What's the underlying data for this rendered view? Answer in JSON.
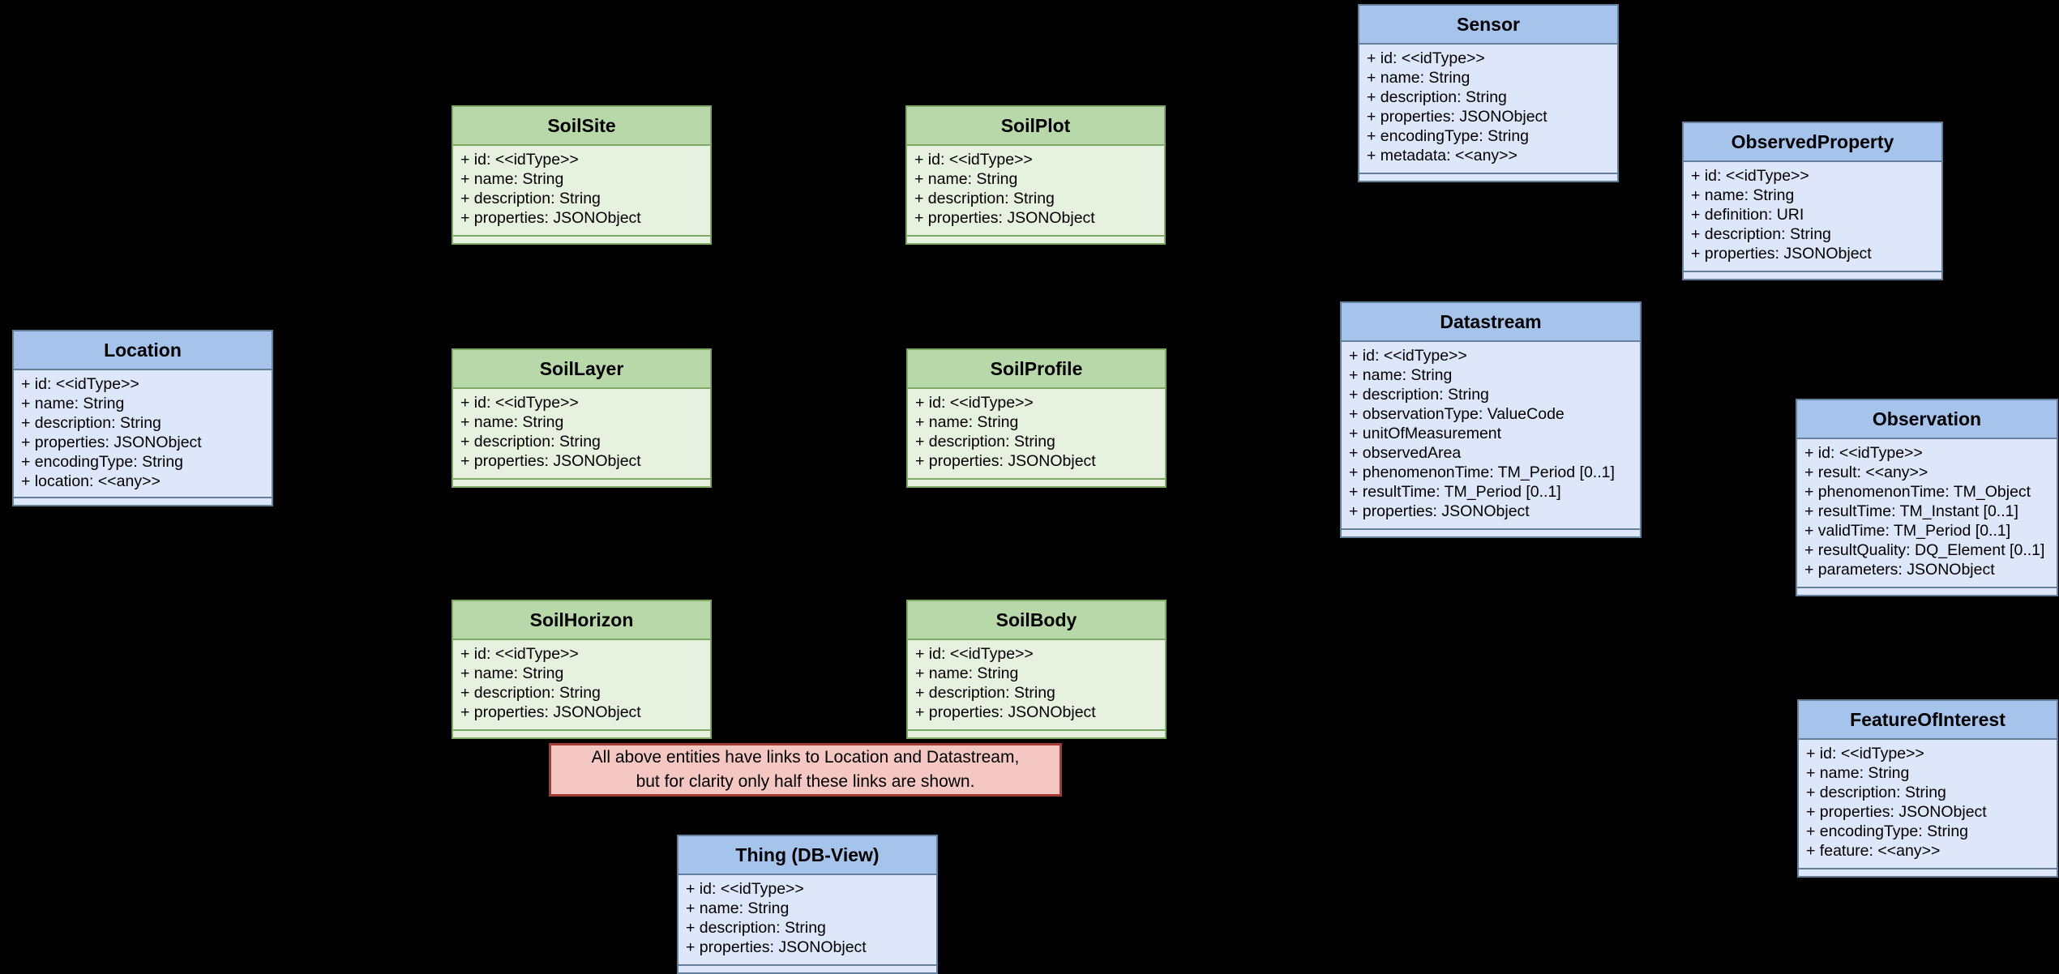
{
  "diagram": {
    "kind": "uml-class-diagram",
    "background_color": "#000000"
  },
  "palette": {
    "blue_header": "#a6c3ec",
    "blue_body": "#dde7f9",
    "blue_border": "#64809c",
    "green_header": "#b8d8a9",
    "green_body": "#e7f1e0",
    "green_border": "#7ea964",
    "note_fill": "#f5c7c3",
    "note_border": "#a33b32",
    "text_color": "#000000"
  },
  "classes": {
    "sensor": {
      "title": "Sensor",
      "attributes": [
        "+ id: <<idType>>",
        "+ name: String",
        "+ description: String",
        "+ properties: JSONObject",
        "+ encodingType: String",
        "+ metadata: <<any>>"
      ]
    },
    "observed_property": {
      "title": "ObservedProperty",
      "attributes": [
        "+ id: <<idType>>",
        "+ name: String",
        "+ definition: URI",
        "+ description: String",
        "+ properties: JSONObject"
      ]
    },
    "soil_site": {
      "title": "SoilSite",
      "attributes": [
        "+ id: <<idType>>",
        "+ name: String",
        "+ description: String",
        "+ properties: JSONObject"
      ]
    },
    "soil_plot": {
      "title": "SoilPlot",
      "attributes": [
        "+ id: <<idType>>",
        "+ name: String",
        "+ description: String",
        "+ properties: JSONObject"
      ]
    },
    "location": {
      "title": "Location",
      "attributes": [
        "+ id: <<idType>>",
        "+ name: String",
        "+ description: String",
        "+ properties: JSONObject",
        "+ encodingType: String",
        "+ location: <<any>>"
      ]
    },
    "soil_layer": {
      "title": "SoilLayer",
      "attributes": [
        "+ id: <<idType>>",
        "+ name: String",
        "+ description: String",
        "+ properties: JSONObject"
      ]
    },
    "soil_profile": {
      "title": "SoilProfile",
      "attributes": [
        "+ id: <<idType>>",
        "+ name: String",
        "+ description: String",
        "+ properties: JSONObject"
      ]
    },
    "datastream": {
      "title": "Datastream",
      "attributes": [
        "+ id: <<idType>>",
        "+ name: String",
        "+ description: String",
        "+ observationType: ValueCode",
        "+ unitOfMeasurement",
        "+ observedArea",
        "+ phenomenonTime: TM_Period [0..1]",
        "+ resultTime: TM_Period [0..1]",
        "+ properties: JSONObject"
      ]
    },
    "observation": {
      "title": "Observation",
      "attributes": [
        "+ id: <<idType>>",
        "+ result: <<any>>",
        "+ phenomenonTime: TM_Object",
        "+ resultTime: TM_Instant [0..1]",
        "+ validTime: TM_Period [0..1]",
        "+ resultQuality: DQ_Element [0..1]",
        "+ parameters: JSONObject"
      ]
    },
    "soil_horizon": {
      "title": "SoilHorizon",
      "attributes": [
        "+ id: <<idType>>",
        "+ name: String",
        "+ description: String",
        "+ properties: JSONObject"
      ]
    },
    "soil_body": {
      "title": "SoilBody",
      "attributes": [
        "+ id: <<idType>>",
        "+ name: String",
        "+ description: String",
        "+ properties: JSONObject"
      ]
    },
    "feature_of_interest": {
      "title": "FeatureOfInterest",
      "attributes": [
        "+ id: <<idType>>",
        "+ name: String",
        "+ description: String",
        "+ properties: JSONObject",
        "+ encodingType: String",
        "+ feature: <<any>>"
      ]
    },
    "thing": {
      "title": "Thing (DB-View)",
      "attributes": [
        "+ id: <<idType>>",
        "+ name: String",
        "+ description: String",
        "+ properties: JSONObject"
      ]
    }
  },
  "note": {
    "line1": "All above entities have links to Location and Datastream,",
    "line2": "but for clarity only half these links are shown."
  }
}
